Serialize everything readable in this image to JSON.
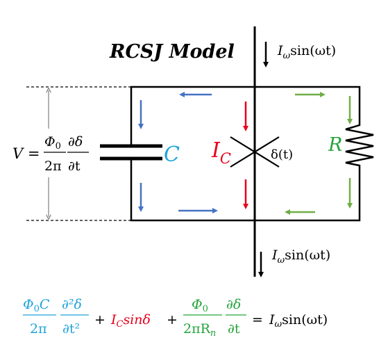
{
  "title": "RCSJ Model",
  "source_current": {
    "top": {
      "symbol": "I",
      "sub": "ω",
      "func": "sin(ωt)"
    },
    "bottom": {
      "symbol": "I",
      "sub": "ω",
      "func": "sin(ωt)"
    }
  },
  "voltage": {
    "lhs": "V =",
    "prefactor_num": "Φ",
    "prefactor_num_sub": "0",
    "prefactor_den": "2π",
    "deriv_num": "∂δ",
    "deriv_den": "∂t"
  },
  "components": {
    "capacitor_label": "C",
    "junction_label": "I",
    "junction_label_sub": "C",
    "phase_label": "δ(t)",
    "resistor_label": "R"
  },
  "equation": {
    "term1_num": "Φ",
    "term1_num_sub": "0",
    "term1_num_tail": "C",
    "term1_den": "2π",
    "term1_deriv_num": "∂²δ",
    "term1_deriv_den": "∂t²",
    "plus1": "+",
    "term2": "I",
    "term2_sub": "C",
    "term2_tail": "sinδ",
    "plus2": "+",
    "term3_num": "Φ",
    "term3_num_sub": "0",
    "term3_den": "2πR",
    "term3_den_sub": "n",
    "term3_deriv_num": "∂δ",
    "term3_deriv_den": "∂t",
    "equals": "=",
    "rhs": "I",
    "rhs_sub": "ω",
    "rhs_tail": "sin(ωt)"
  },
  "colors": {
    "capacitor": "#1fa3d8",
    "junction": "#e8001c",
    "resistor": "#23a33a",
    "blue_arrow": "#4472c4",
    "red_arrow": "#e8001c",
    "green_arrow": "#70ad47",
    "wire": "#000000"
  }
}
